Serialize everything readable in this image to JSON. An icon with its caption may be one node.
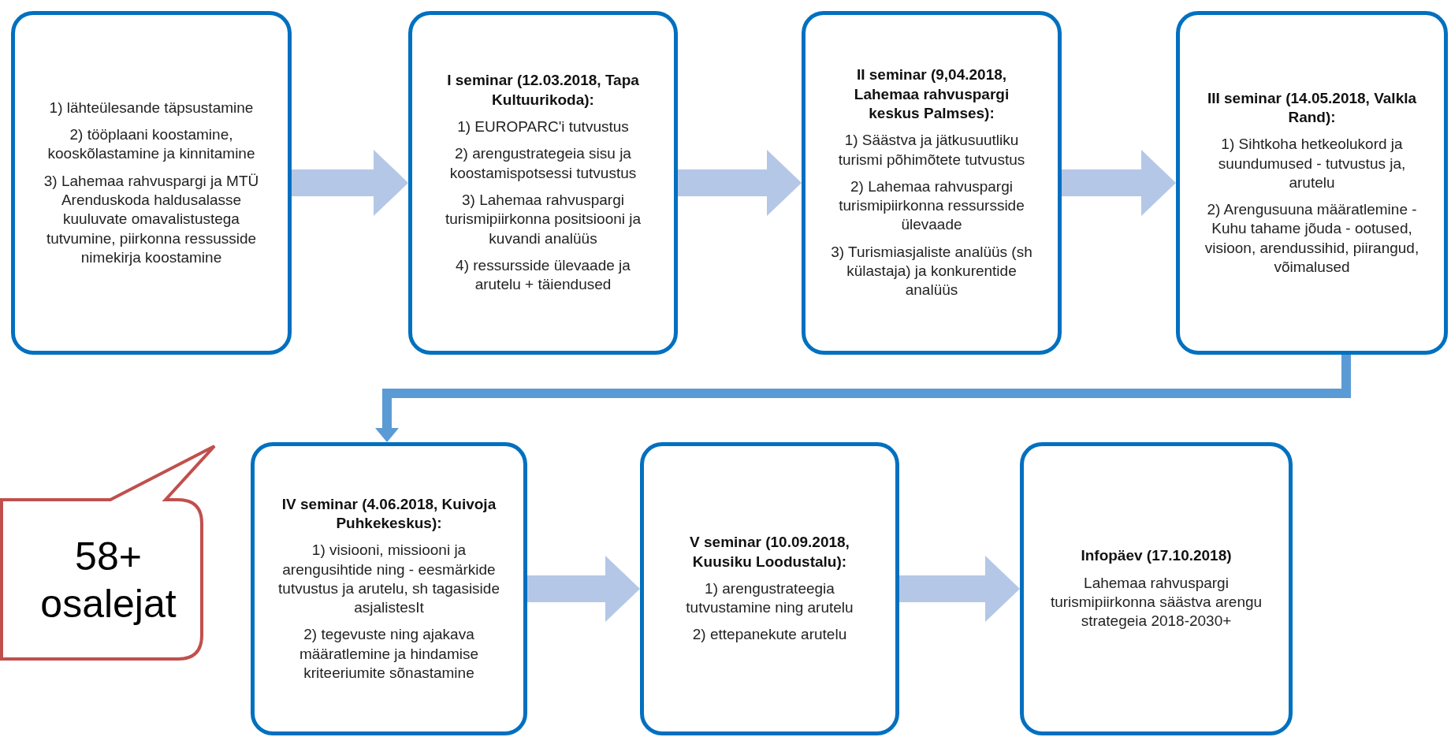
{
  "diagram": {
    "nodes": [
      {
        "text": [
          "1) lähteülesande täpsustamine",
          "2) tööplaani koostamine, kooskõlastamine ja kinnitamine",
          "3) Lahemaa rahvuspargi ja MTÜ Arenduskoda haldusalasse kuuluvate omavalistustega tutvumine, piirkonna ressusside nimekirja koostamine"
        ]
      },
      {
        "text": [
          "I seminar (12.03.2018, Tapa Kultuurikoda):",
          "1) EUROPARC'i tutvustus",
          "2) arengustrategeia sisu ja koostamispotsessi tutvustus",
          "3) Lahemaa rahvuspargi turismipiirkonna positsiooni ja kuvandi analüüs",
          "4) ressursside ülevaade ja arutelu + täiendused"
        ]
      },
      {
        "text": [
          "II seminar (9,04.2018, Lahemaa rahvuspargi keskus Palmses):",
          "1)  Säästva ja jätkusuutliku turismi põhimõtete tutvustus",
          "2)  Lahemaa rahvuspargi turismipiirkonna ressursside ülevaade",
          "3) Turismiasjaliste analüüs (sh külastaja) ja konkurentide analüüs"
        ]
      },
      {
        "text": [
          "III seminar (14.05.2018, Valkla Rand):",
          "1) Sihtkoha hetkeolukord ja suundumused - tutvustus ja, arutelu",
          "2) Arengusuuna määratlemine - Kuhu tahame jõuda - ootused, visioon, arendussihid, piirangud, võimalused"
        ]
      },
      {
        "text": [
          "IV seminar (4.06.2018, Kuivoja Puhkekeskus):",
          "1) visiooni, missiooni ja arengusihtide ning - eesmärkide tutvustus ja arutelu, sh tagasiside asjalistesIt",
          "2) tegevuste ning ajakava määratlemine ja hindamise kriteeriumite sõnastamine"
        ]
      },
      {
        "text": [
          "V seminar (10.09.2018, Kuusiku Loodustalu):",
          "1) arengustrateegia tutvustamine ning arutelu",
          "2) ettepanekute arutelu"
        ]
      },
      {
        "text": [
          "Infopäev (17.10.2018)",
          "Lahemaa rahvuspargi turismipiirkonna säästva arengu strategeia 2018-2030+"
        ]
      },
      {
        "text": [
          "58+ osalejat"
        ]
      }
    ],
    "edges": [
      {
        "from": 0,
        "to": 1,
        "arrow": "to"
      },
      {
        "from": 1,
        "to": 2,
        "arrow": "to"
      },
      {
        "from": 2,
        "to": 3,
        "arrow": "to"
      },
      {
        "from": 3,
        "to": 4,
        "arrow": "to",
        "color": "#5b9bd5"
      },
      {
        "from": 4,
        "to": 5,
        "arrow": "to"
      },
      {
        "from": 5,
        "to": 6,
        "arrow": "to"
      }
    ]
  }
}
